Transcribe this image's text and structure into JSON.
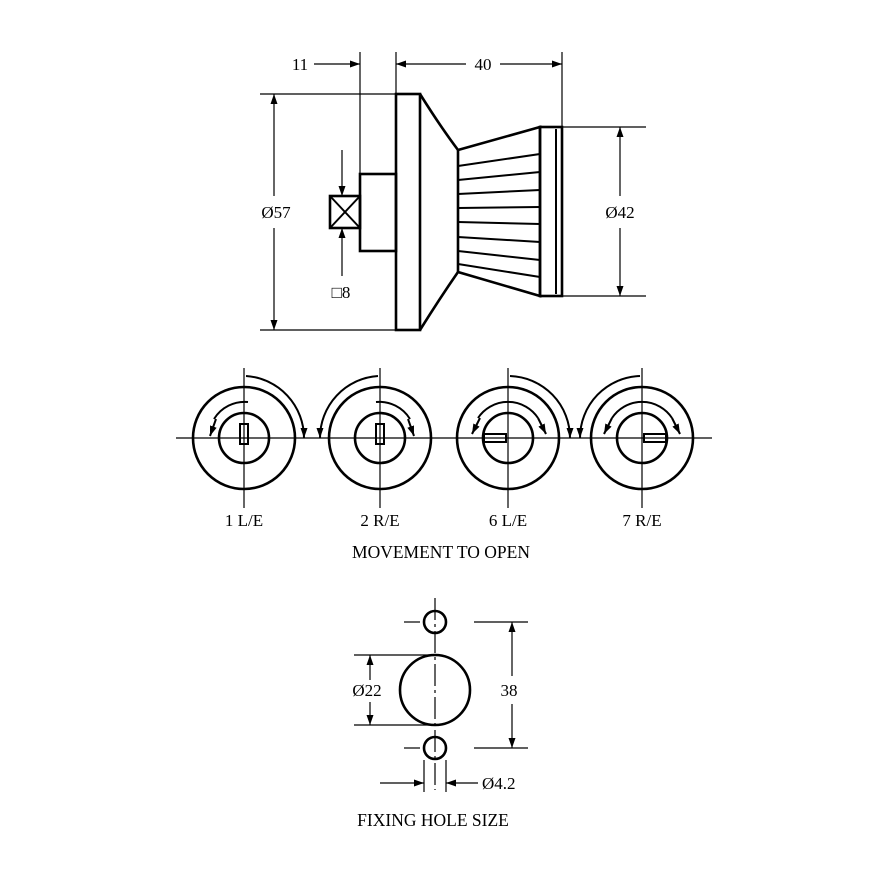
{
  "side_view": {
    "dim_shaft_length": "11",
    "dim_knob_depth": "40",
    "dim_flange_diameter": "Ø57",
    "dim_grip_diameter": "Ø42",
    "dim_square_drive": "□8"
  },
  "movement": {
    "positions": [
      {
        "label": "1 L/E"
      },
      {
        "label": "2 R/E"
      },
      {
        "label": "6 L/E"
      },
      {
        "label": "7 R/E"
      }
    ],
    "caption": "MOVEMENT TO OPEN"
  },
  "fixing": {
    "dim_hole_diameter": "Ø22",
    "dim_hole_spacing": "38",
    "dim_fixing_hole": "Ø4.2",
    "caption": "FIXING HOLE SIZE"
  }
}
